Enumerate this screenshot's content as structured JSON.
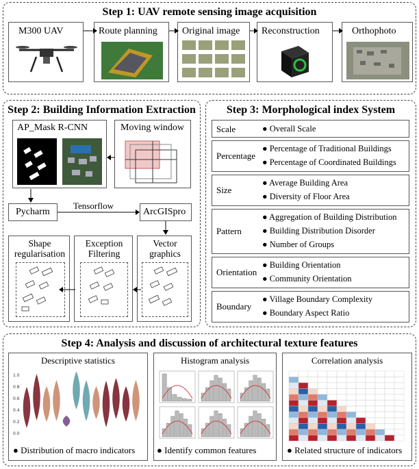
{
  "step1": {
    "title": "Step 1: UAV remote sensing image acquisition",
    "boxes": [
      "M300 UAV",
      "Route planning",
      "Original image",
      "Reconstruction",
      "Orthophoto"
    ]
  },
  "step2": {
    "title": "Step 2: Building Information Extraction",
    "mask_rcnn": "AP_Mask R-CNN",
    "moving_window": "Moving window",
    "pycharm": "Pycharm",
    "tensorflow": "Tensorflow",
    "arcgis": "ArcGISpro",
    "shape": "Shape regularisation",
    "exception": "Exception Filtering",
    "vector": "Vector graphics"
  },
  "step3": {
    "title": "Step 3: Morphological index System",
    "rows": [
      {
        "name": "Scale",
        "items": [
          "Overall Scale"
        ]
      },
      {
        "name": "Percentage",
        "items": [
          "Percentage of Traditional Buildings",
          "Percentage of  Coordinated  Buildings"
        ]
      },
      {
        "name": "Size",
        "items": [
          "Average Building Area",
          "Diversity of Floor Area"
        ]
      },
      {
        "name": "Pattern",
        "items": [
          "Aggregation of Building Distribution",
          "Building Distribution Disorder",
          "Number of Groups"
        ]
      },
      {
        "name": "Orientation",
        "items": [
          "Building Orientation",
          "Community Orientation"
        ]
      },
      {
        "name": "Boundary",
        "items": [
          "Village Boundary Complexity",
          "Boundary Aspect Ratio"
        ]
      }
    ]
  },
  "step4": {
    "title": "Step 4: Analysis and discussion of architectural texture features",
    "cards": [
      {
        "title": "Descriptive statistics",
        "caption": "Distribution of macro indicators"
      },
      {
        "title": "Histogram analysis",
        "caption": "Identify common features"
      },
      {
        "title": "Correlation analysis",
        "caption": "Related structure of indicators"
      }
    ]
  },
  "colors": {
    "violin_dark": "#7a1f2b",
    "violin_light": "#c98a6a",
    "violin_teal": "#5fa0a8",
    "violin_purple": "#7a4b8c",
    "kde_red": "#d04040"
  }
}
